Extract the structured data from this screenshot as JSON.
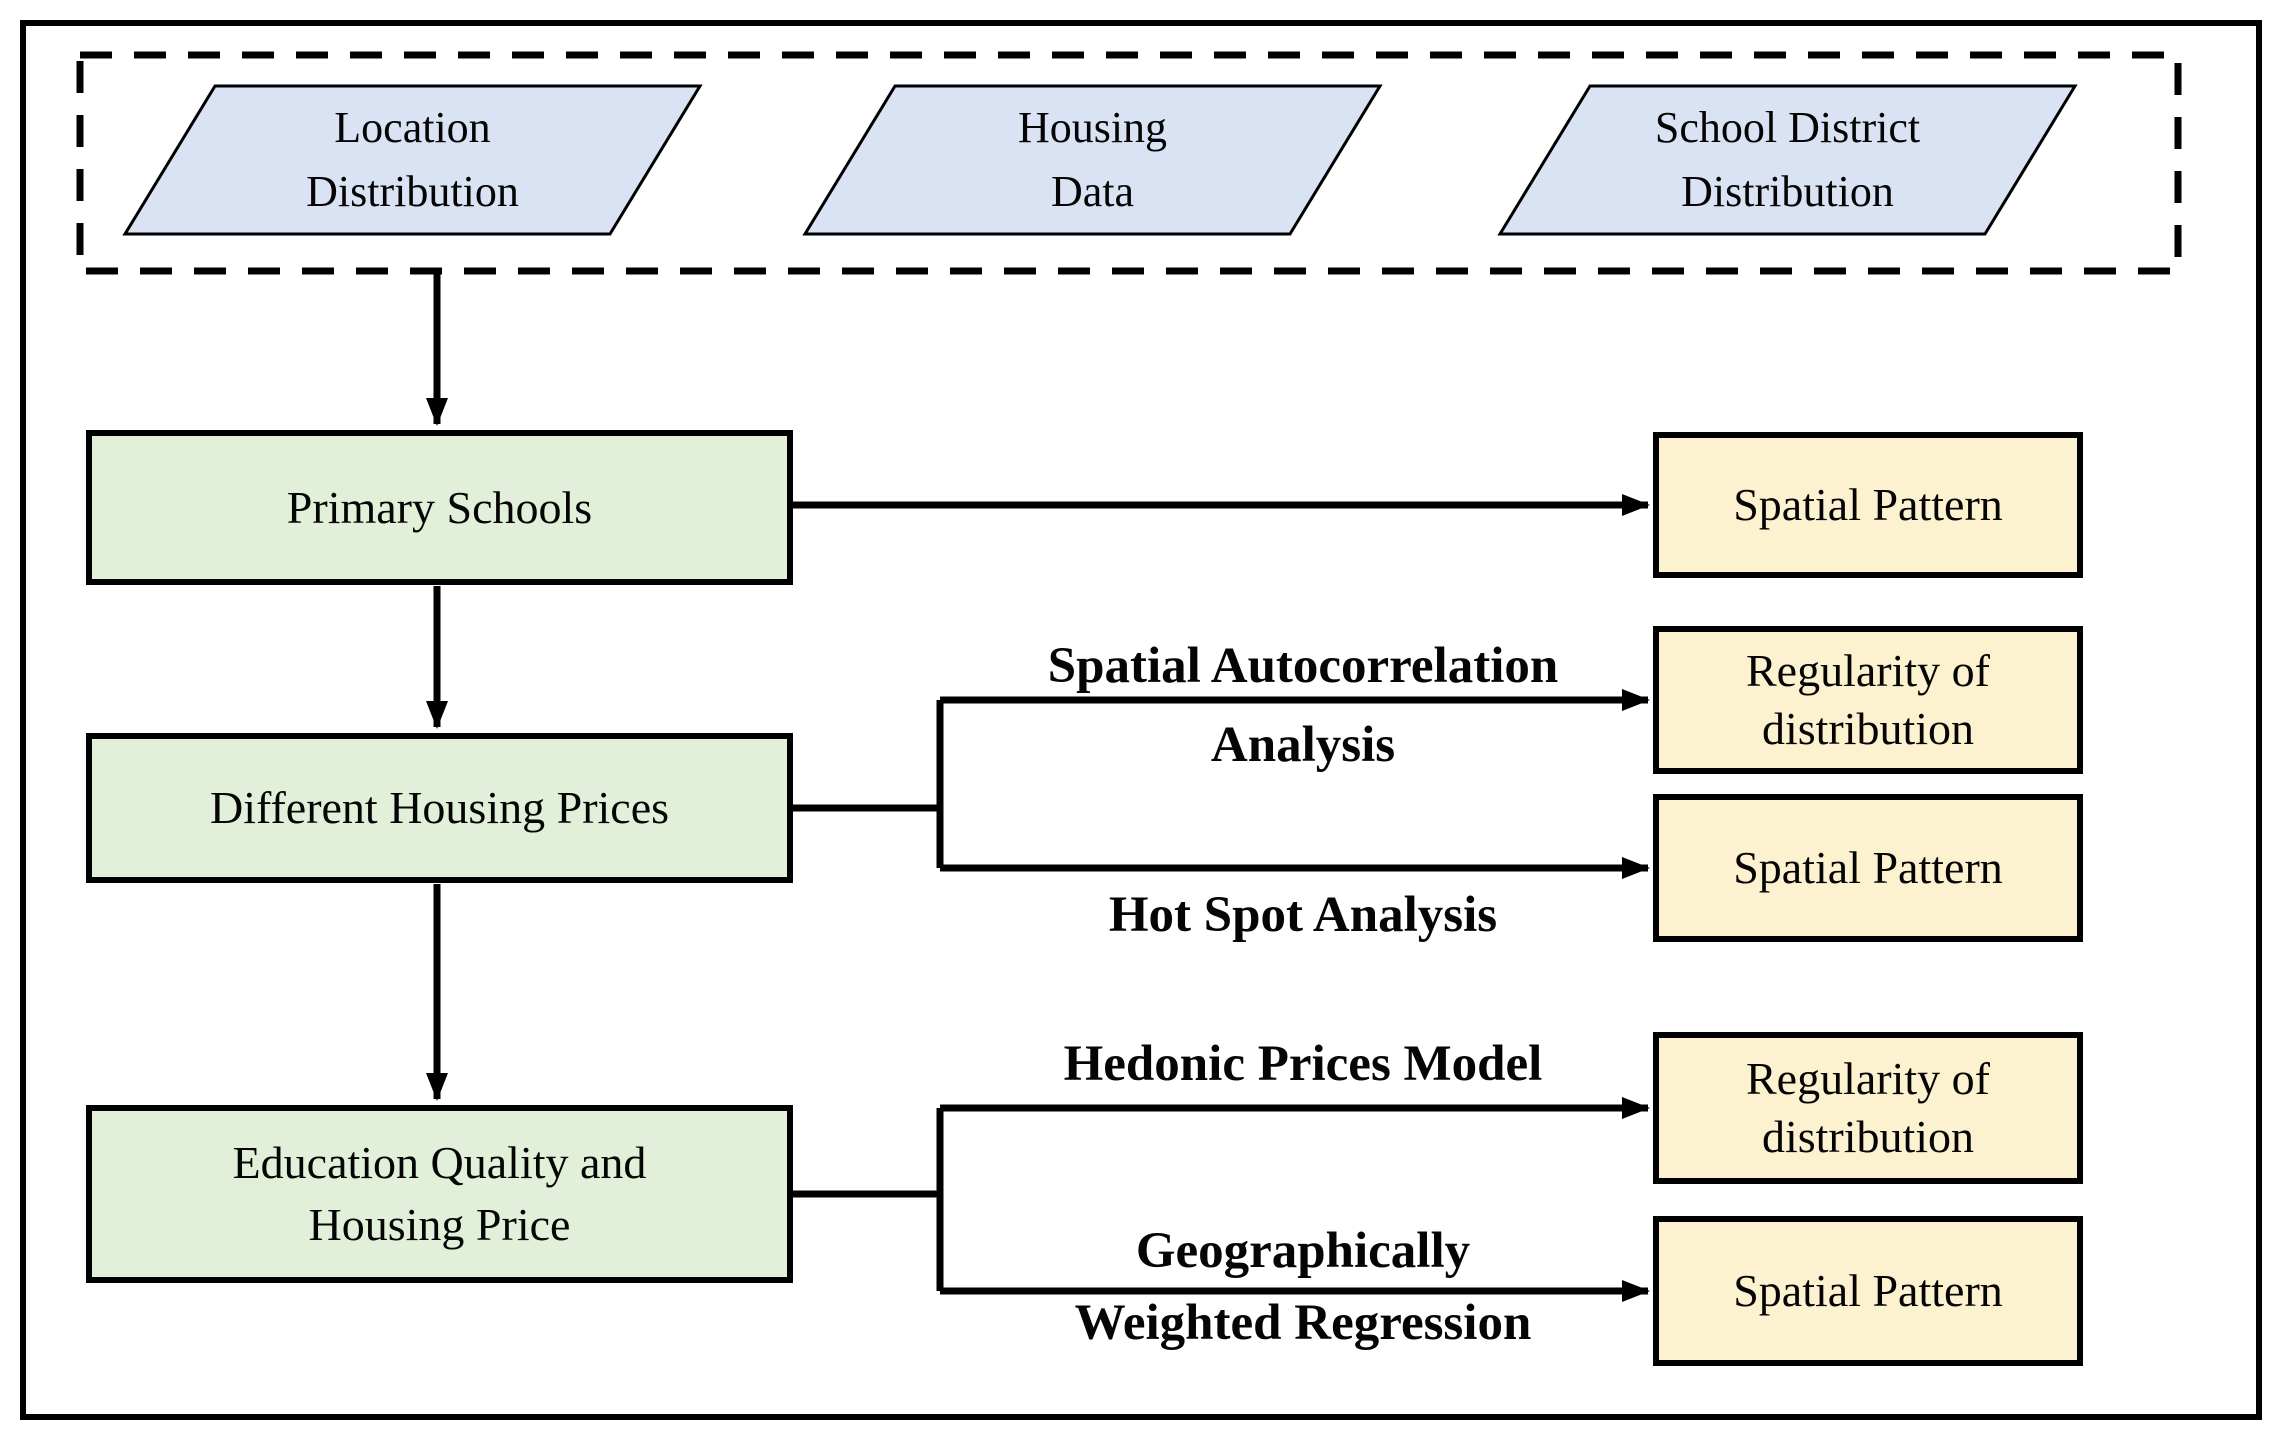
{
  "figure": {
    "inputs": [
      {
        "lines": [
          "Location",
          "Distribution"
        ]
      },
      {
        "lines": [
          "Housing",
          "Data"
        ]
      },
      {
        "lines": [
          "School District",
          "Distribution"
        ]
      }
    ],
    "stages": [
      {
        "lines": [
          "Primary Schools"
        ]
      },
      {
        "lines": [
          "Different Housing Prices"
        ]
      },
      {
        "lines": [
          "Education Quality and",
          "Housing Price"
        ]
      }
    ],
    "methods": [
      {
        "lines": [
          "Spatial Autocorrelation",
          "Analysis"
        ]
      },
      {
        "lines": [
          "Hot Spot Analysis"
        ]
      },
      {
        "lines": [
          "Hedonic Prices Model"
        ]
      },
      {
        "lines": [
          "Geographically",
          "Weighted Regression"
        ]
      }
    ],
    "outputs": [
      {
        "lines": [
          "Spatial Pattern"
        ]
      },
      {
        "lines": [
          "Regularity of",
          "distribution"
        ]
      },
      {
        "lines": [
          "Spatial Pattern"
        ]
      },
      {
        "lines": [
          "Regularity of",
          "distribution"
        ]
      },
      {
        "lines": [
          "Spatial Pattern"
        ]
      }
    ],
    "colors": {
      "input_fill": "#dae3f3",
      "stage_fill": "#e2f0d9",
      "output_fill": "#fcf2cf",
      "stroke": "#000000"
    }
  }
}
